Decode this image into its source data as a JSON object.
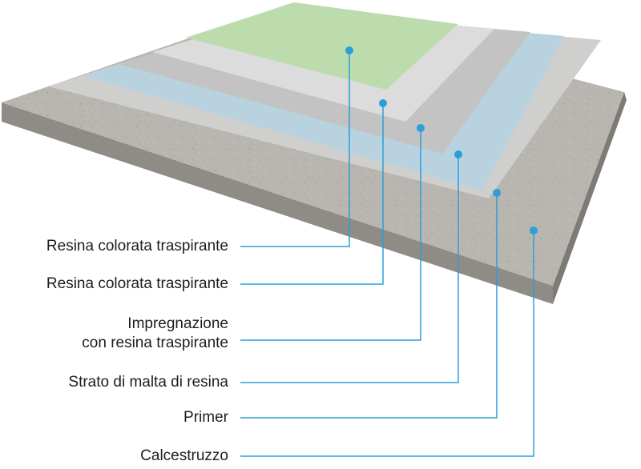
{
  "colors": {
    "leader": "#2a9fd8",
    "dot": "#2a9fd8",
    "green_layer": "#bcdcae",
    "light_grey_layer": "#dcdcdc",
    "mid_grey_layer": "#c3c3c3",
    "blue_layer": "#b8d2df",
    "primer_layer": "#cfcfcd",
    "concrete_top": "#b7b4af",
    "concrete_side": "#8f8c88"
  },
  "layers": [
    {
      "id": "resina-1",
      "lines": [
        "Resina colorata traspirante"
      ]
    },
    {
      "id": "resina-2",
      "lines": [
        "Resina colorata traspirante"
      ]
    },
    {
      "id": "impregnazione",
      "lines": [
        "Impregnazione",
        "con resina traspirante"
      ]
    },
    {
      "id": "malta",
      "lines": [
        "Strato di malta di resina"
      ]
    },
    {
      "id": "primer",
      "lines": [
        "Primer"
      ]
    },
    {
      "id": "calcestruzzo",
      "lines": [
        "Calcestruzzo"
      ]
    }
  ]
}
